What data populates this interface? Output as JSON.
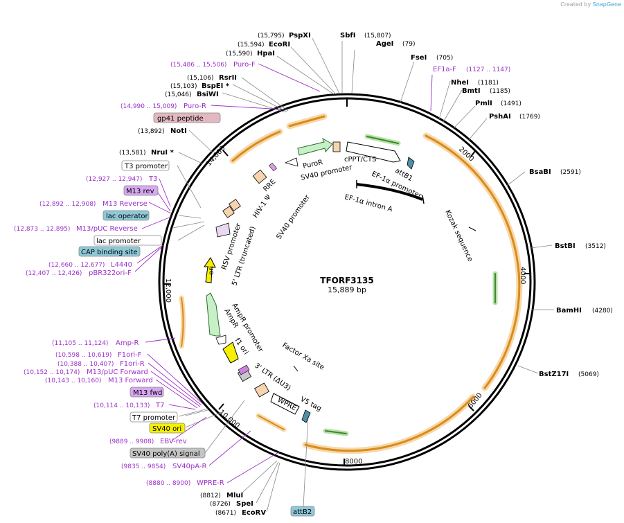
{
  "credit": {
    "prefix": "Created by",
    "brand": "SnapGene"
  },
  "plasmid": {
    "name": "TFORF3135",
    "size": "15,889 bp"
  },
  "ticks": {
    "t2000": "2000",
    "t4000": "4000",
    "t6000": "6000",
    "t8000": "8000",
    "t10000": "10,000",
    "t12000": "12,000",
    "t14000": "14,000"
  },
  "sites": {
    "PspXI": {
      "name": "PspXI",
      "pos": "(15,795)"
    },
    "EcoRI": {
      "name": "EcoRI",
      "pos": "(15,594)"
    },
    "HpaI": {
      "name": "HpaI",
      "pos": "(15,590)"
    },
    "SbfI": {
      "name": "SbfI",
      "pos": "(15,807)"
    },
    "AgeI": {
      "name": "AgeI",
      "pos": "(79)"
    },
    "FseI": {
      "name": "FseI",
      "pos": "(705)"
    },
    "NheI": {
      "name": "NheI",
      "pos": "(1181)"
    },
    "BmtI": {
      "name": "BmtI",
      "pos": "(1185)"
    },
    "PmlI": {
      "name": "PmlI",
      "pos": "(1491)"
    },
    "PshAI": {
      "name": "PshAI",
      "pos": "(1769)"
    },
    "BsaBI": {
      "name": "BsaBI",
      "pos": "(2591)"
    },
    "BstBI": {
      "name": "BstBI",
      "pos": "(3512)"
    },
    "BamHI": {
      "name": "BamHI",
      "pos": "(4280)"
    },
    "BstZ17I": {
      "name": "BstZ17I",
      "pos": "(5069)"
    },
    "RsrII": {
      "name": "RsrII",
      "pos": "(15,106)"
    },
    "BspEI": {
      "name": "BspEI *",
      "pos": "(15,103)"
    },
    "BsiWI": {
      "name": "BsiWI",
      "pos": "(15,046)"
    },
    "NotI": {
      "name": "NotI",
      "pos": "(13,892)"
    },
    "NruI": {
      "name": "NruI *",
      "pos": "(13,581)"
    },
    "MluI": {
      "name": "MluI",
      "pos": "(8812)"
    },
    "SpeI": {
      "name": "SpeI",
      "pos": "(8726)"
    },
    "EcoRV": {
      "name": "EcoRV",
      "pos": "(8671)"
    }
  },
  "primers": {
    "PuroF": {
      "name": "Puro-F",
      "range": "(15,486 .. 15,506)"
    },
    "PuroR": {
      "name": "Puro-R",
      "range": "(14,990 .. 15,009)"
    },
    "EF1aF": {
      "name": "EF1a-F",
      "range": "(1127 .. 1147)"
    },
    "T3": {
      "name": "T3",
      "range": "(12,927 .. 12,947)"
    },
    "M13Reverse": {
      "name": "M13 Reverse",
      "range": "(12,892 .. 12,908)"
    },
    "M13pUCReverse": {
      "name": "M13/pUC Reverse",
      "range": "(12,873 .. 12,895)"
    },
    "L4440": {
      "name": "L4440",
      "range": "(12,660 .. 12,677)"
    },
    "pBR322oriF": {
      "name": "pBR322ori-F",
      "range": "(12,407 .. 12,426)"
    },
    "AmpR": {
      "name": "Amp-R",
      "range": "(11,105 .. 11,124)"
    },
    "F1oriF": {
      "name": "F1ori-F",
      "range": "(10,598 .. 10,619)"
    },
    "F1oriR": {
      "name": "F1ori-R",
      "range": "(10,388 .. 10,407)"
    },
    "M13pUCForward": {
      "name": "M13/pUC Forward",
      "range": "(10,152 .. 10,174)"
    },
    "M13Forward": {
      "name": "M13 Forward",
      "range": "(10,143 .. 10,160)"
    },
    "T7": {
      "name": "T7",
      "range": "(10,114 .. 10,133)"
    },
    "EBVrev": {
      "name": "EBV-rev",
      "range": "(9889 .. 9908)"
    },
    "SV40pAR": {
      "name": "SV40pA-R",
      "range": "(9835 .. 9854)"
    },
    "WPRER": {
      "name": "WPRE-R",
      "range": "(8880 .. 8900)"
    }
  },
  "boxes": {
    "gp41": "gp41 peptide",
    "T3promoter": "T3 promoter",
    "M13rev": "M13 rev",
    "lacoperator": "lac operator",
    "lacpromoter": "lac promoter",
    "CAP": "CAP binding site",
    "M13fwd": "M13 fwd",
    "T7promoter": "T7 promoter",
    "SV40ori": "SV40 ori",
    "SV40polyA": "SV40 poly(A) signal",
    "attB2": "attB2"
  },
  "features": {
    "PuroR": "PuroR",
    "SV40promoter1": "SV40 promoter",
    "cPPT": "cPPT/CTS",
    "attB1": "attB1",
    "EF1apromoter": "EF-1α promoter",
    "EF1aintron": "EF-1α intron A",
    "RRE": "RRE",
    "HIV1": "HIV-1 Ψ",
    "SV40promoter2": "SV40 promoter",
    "RSV": "RSV promoter",
    "LTR5": "5' LTR (truncated)",
    "ori": "ori",
    "AmpRpromoter": "AmpR promoter",
    "AmpR": "AmpR",
    "f1ori": "f1 ori",
    "LTR3": "3' LTR (ΔU3)",
    "WPRE": "WPRE",
    "V5": "V5 tag",
    "FactorXa": "Factor Xa site",
    "Kozak": "Kozak sequence"
  },
  "colors": {
    "backbone": "#000000",
    "primer": "#9b30c8",
    "orf": "#f0a030",
    "green": "#7fc97f",
    "promoter": "#ffffff"
  }
}
